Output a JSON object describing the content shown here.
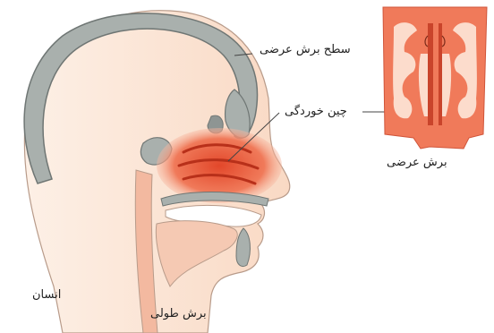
{
  "labels": {
    "transverse_plane": "سطح برش عرضی",
    "turbinates": "چین خوردگی",
    "transverse_section": "برش عرضی",
    "human": "انسان",
    "sagittal_section": "برش طولی"
  },
  "colors": {
    "skin": "#fbe3d2",
    "skin_outline": "#b89b8a",
    "bone": "#a9b0ad",
    "bone_dark": "#6f7674",
    "mucosa_red": "#e2472a",
    "mucosa_light": "#f7a98a",
    "section_orange": "#f07a5a",
    "section_light": "#fcdccc"
  }
}
